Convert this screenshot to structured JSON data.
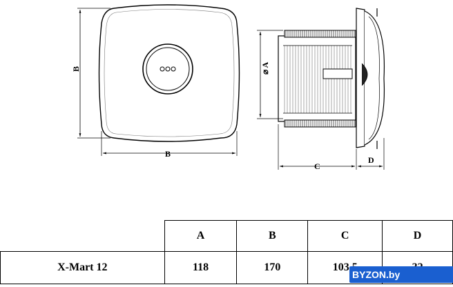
{
  "diagram": {
    "front_view": {
      "center_icon": "three-dots-icon",
      "height_label": "B",
      "width_label": "B"
    },
    "side_view": {
      "diameter_label": "⌀ A",
      "depth_label": "C",
      "flange_label": "D"
    }
  },
  "table": {
    "headers": [
      "A",
      "B",
      "C",
      "D"
    ],
    "rows": [
      {
        "model": "X-Mart 12",
        "values": [
          "118",
          "170",
          "103,5",
          "32"
        ]
      }
    ]
  },
  "watermark": {
    "text": "BYZON.by"
  }
}
